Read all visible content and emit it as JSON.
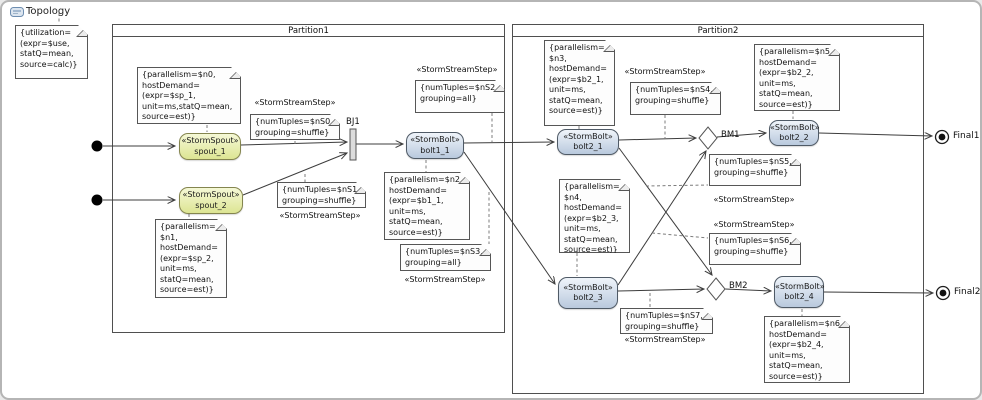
{
  "header": {
    "title": "Topology"
  },
  "partitions": [
    {
      "label": "Partition1"
    },
    {
      "label": "Partition2"
    }
  ],
  "stream_label": "«StormStreamStep»",
  "colors": {
    "spout_fill": "#dde593",
    "bolt_fill": "#b9c9dd",
    "frame_border": "#4f4f4f",
    "edge": "#3c3c3c"
  },
  "nodes": {
    "spout_1": {
      "stereotype": "«StormSpout»",
      "name": "spout_1"
    },
    "spout_2": {
      "stereotype": "«StormSpout»",
      "name": "spout_2"
    },
    "bolt1_1": {
      "stereotype": "«StormBolt»",
      "name": "bolt1_1"
    },
    "bolt2_1": {
      "stereotype": "«StormBolt»",
      "name": "bolt2_1"
    },
    "bolt2_2": {
      "stereotype": "«StormBolt»",
      "name": "bolt2_2"
    },
    "bolt2_3": {
      "stereotype": "«StormBolt»",
      "name": "bolt2_3"
    },
    "bolt2_4": {
      "stereotype": "«StormBolt»",
      "name": "bolt2_4"
    },
    "join_bj1": {
      "label": "BJ1"
    },
    "merge_bm1": {
      "label": "BM1"
    },
    "merge_bm2": {
      "label": "BM2"
    },
    "final1": {
      "label": "Final1"
    },
    "final2": {
      "label": "Final2"
    }
  },
  "notes": {
    "util": {
      "text": "{utilization=\n(expr=$use,\nstatQ=mean,\nsource=calc)}"
    },
    "n0": {
      "text": "{parallelism=$n0,\nhostDemand=\n(expr=$sp_1,\nunit=ms,statQ=mean,\nsource=est)}"
    },
    "n1": {
      "text": "{parallelism=\n$n1,\nhostDemand=\n(expr=$sp_2,\nunit=ms,\nstatQ=mean,\nsource=est)}"
    },
    "n2": {
      "text": "{parallelism=$n2,\nhostDemand=\n(expr=$b1_1,\nunit=ms,\nstatQ=mean,\nsource=est)}"
    },
    "n3": {
      "text": "{parallelism=\n$n3,\nhostDemand=\n(expr=$b2_1,\nunit=ms,\nstatQ=mean,\nsource=est)}"
    },
    "n4": {
      "text": "{parallelism=\n$n4,\nhostDemand=\n(expr=$b2_3,\nunit=ms,\nstatQ=mean,\nsource=est)}"
    },
    "n5": {
      "text": "{parallelism=$n5,\nhostDemand=\n(expr=$b2_2,\nunit=ms,\nstatQ=mean,\nsource=est)}"
    },
    "n6": {
      "text": "{parallelism=$n6,\nhostDemand=\n(expr=$b2_4,\nunit=ms,\nstatQ=mean,\nsource=est)}"
    },
    "nS0": {
      "text": "{numTuples=$nS0,\ngrouping=shuffle}"
    },
    "nS1": {
      "text": "{numTuples=$nS1,\ngrouping=shuffle}"
    },
    "nS2": {
      "text": "{numTuples=$nS2,\ngrouping=all}"
    },
    "nS3": {
      "text": "{numTuples=$nS3,\ngrouping=all}"
    },
    "nS4": {
      "text": "{numTuples=$nS4,\ngrouping=shuffle}"
    },
    "nS5": {
      "text": "{numTuples=$nS5,\ngrouping=shuffle}"
    },
    "nS6": {
      "text": "{numTuples=$nS6,\ngrouping=shuffle}"
    },
    "nS7": {
      "text": "{numTuples=$nS7,\ngrouping=shuffle}"
    }
  }
}
